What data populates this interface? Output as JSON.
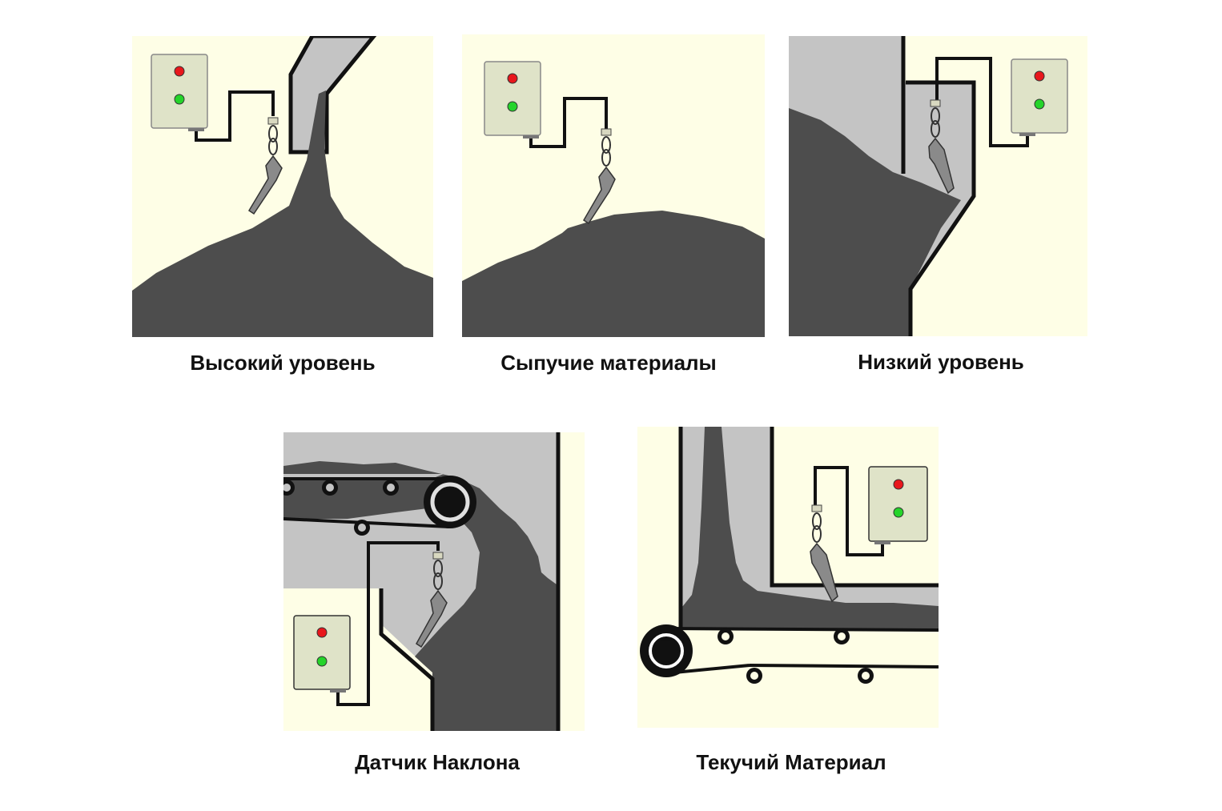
{
  "captions": {
    "high_level": "Высокий уровень",
    "bulk_materials": "Сыпучие материалы",
    "low_level": "Низкий уровень",
    "tilt_sensor": "Датчик Наклона",
    "flowing_material": "Текучий Материал"
  },
  "colors": {
    "background": "#fefee6",
    "material": "#4d4d4d",
    "hopper": "#c4c4c4",
    "control_box": "#dfe3c8",
    "lamp_red": "#e8171c",
    "lamp_green": "#25d42a",
    "probe": "#8a8a8a",
    "outline": "#111111"
  },
  "icons": {
    "indicator_box": "control-box-with-red-and-green-lamps",
    "sensor": "tilt-switch-probe-on-chain",
    "conveyor_pulley": "conveyor-head-pulley"
  }
}
